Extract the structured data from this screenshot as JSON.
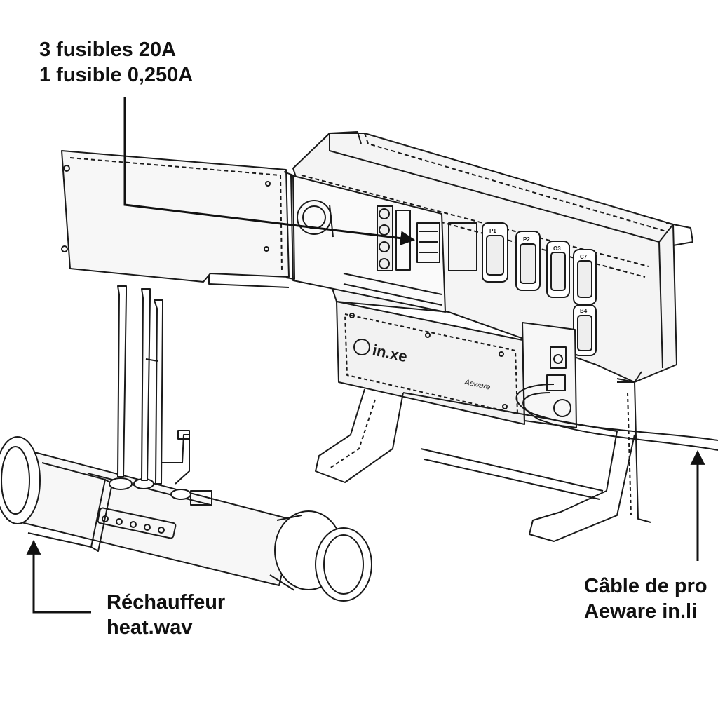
{
  "labels": {
    "fuses": {
      "line1": "3 fusibles 20A",
      "line2": "1 fusible 0,250A"
    },
    "heater": {
      "line1": "Réchauffeur",
      "line2": "heat.wav"
    },
    "cable": {
      "line1": "Câble de pro",
      "line2": "Aeware in.li"
    }
  },
  "pack": {
    "logo": "in.xe",
    "brand": "Aeware",
    "relay_labels": [
      "P1",
      "P2",
      "O3",
      "C7",
      "B4"
    ]
  },
  "colors": {
    "line": "#1a1a1a",
    "shade": "#e9e9e9",
    "background": "#ffffff"
  }
}
